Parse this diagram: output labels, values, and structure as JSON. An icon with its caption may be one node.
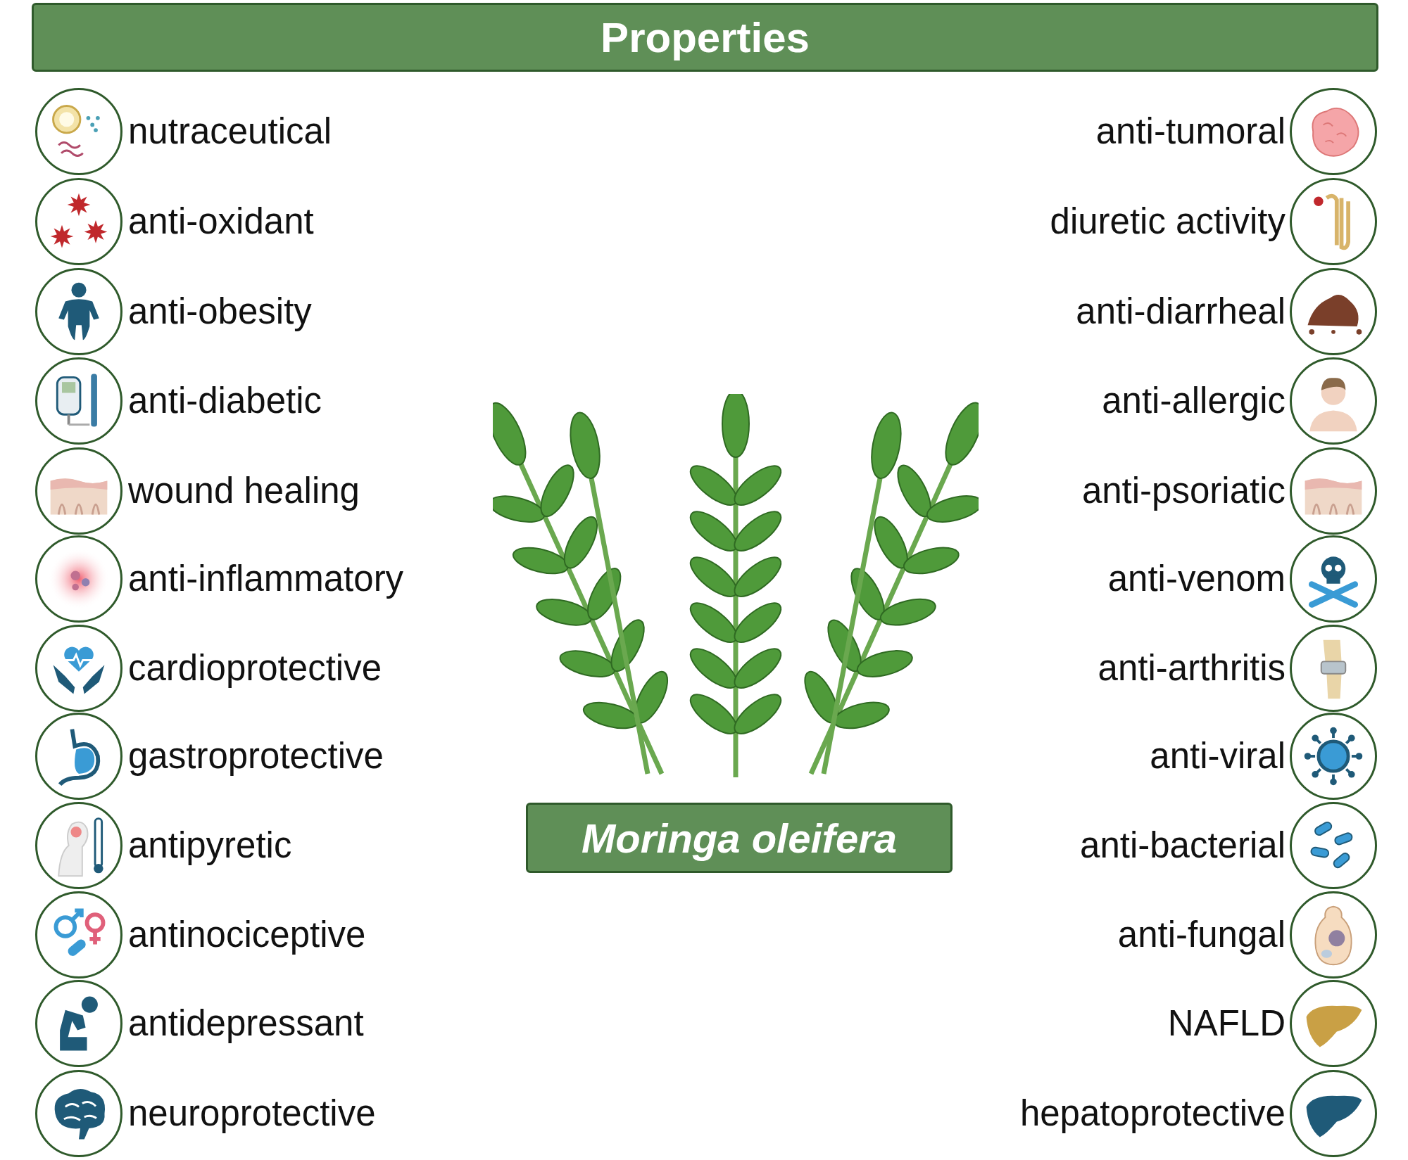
{
  "diagram": {
    "nodes": [
      {
        "text": [
          "Properties"
        ]
      },
      {
        "text": [],
        "shape": "picture",
        "beside": [
          "nutraceutical"
        ]
      },
      {
        "text": [],
        "shape": "picture",
        "beside": [
          "anti-oxidant"
        ]
      },
      {
        "text": [],
        "shape": "picture",
        "beside": [
          "anti-obesity"
        ]
      },
      {
        "text": [],
        "shape": "picture",
        "beside": [
          "anti-diabetic"
        ]
      },
      {
        "text": [],
        "shape": "picture",
        "beside": [
          "wound healing"
        ]
      },
      {
        "text": [],
        "shape": "picture",
        "beside": [
          "anti-inflammatory"
        ]
      },
      {
        "text": [],
        "shape": "picture",
        "beside": [
          "cardioprotective"
        ]
      },
      {
        "text": [],
        "shape": "picture",
        "beside": [
          "gastroprotective"
        ]
      },
      {
        "text": [],
        "shape": "picture",
        "beside": [
          "antipyretic"
        ]
      },
      {
        "text": [],
        "shape": "picture",
        "beside": [
          "antinociceptive"
        ]
      },
      {
        "text": [],
        "shape": "picture",
        "beside": [
          "antidepressant"
        ]
      },
      {
        "text": [],
        "shape": "picture",
        "beside": [
          "neuroprotective"
        ]
      },
      {
        "text": [],
        "shape": "picture",
        "beside": [
          "anti-tumoral"
        ]
      },
      {
        "text": [],
        "shape": "picture",
        "beside": [
          "diuretic activity"
        ]
      },
      {
        "text": [],
        "shape": "picture",
        "beside": [
          "anti-diarrheal"
        ]
      },
      {
        "text": [],
        "shape": "picture",
        "beside": [
          "anti-allergic"
        ]
      },
      {
        "text": [],
        "shape": "picture",
        "beside": [
          "anti-psoriatic"
        ]
      },
      {
        "text": [],
        "shape": "picture",
        "beside": [
          "anti-venom"
        ]
      },
      {
        "text": [],
        "shape": "picture",
        "beside": [
          "anti-arthritis"
        ]
      },
      {
        "text": [],
        "shape": "picture",
        "beside": [
          "anti-viral"
        ]
      },
      {
        "text": [],
        "shape": "picture",
        "beside": [
          "anti-bacterial"
        ]
      },
      {
        "text": [],
        "shape": "picture",
        "beside": [
          "anti-fungal"
        ]
      },
      {
        "text": [],
        "shape": "picture",
        "beside": [
          "NAFLD"
        ]
      },
      {
        "text": [],
        "shape": "picture",
        "beside": [
          "hepatoprotective"
        ]
      },
      {
        "text": [
          "Moringa oleifera"
        ]
      }
    ]
  }
}
